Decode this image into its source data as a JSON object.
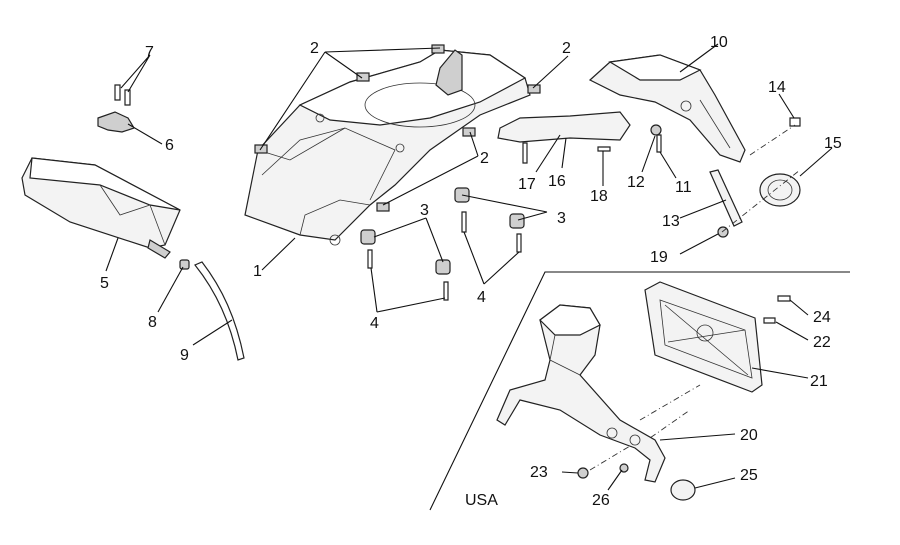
{
  "region_label": "USA",
  "callouts": [
    "1",
    "2",
    "3",
    "4",
    "5",
    "6",
    "7",
    "8",
    "9",
    "10",
    "11",
    "12",
    "13",
    "14",
    "15",
    "16",
    "17",
    "18",
    "19",
    "20",
    "21",
    "22",
    "23",
    "24",
    "25",
    "26"
  ]
}
